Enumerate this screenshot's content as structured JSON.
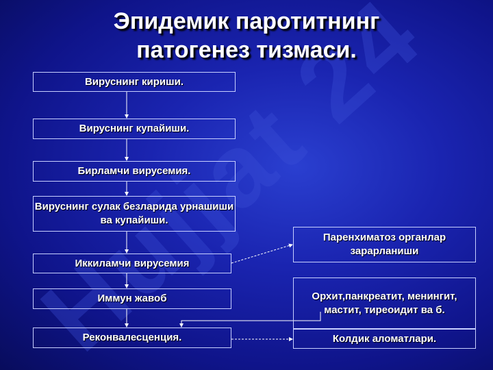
{
  "title_line1": "Эпидемик паротитнинг",
  "title_line2": "патогенез тизмаси.",
  "watermark": "Hujjat 24",
  "left_boxes": [
    "Вируснинг кириши.",
    "Вируснинг купайиши.",
    "Бирламчи вирусемия.",
    "Вируснинг сулак безларида урнашиши ва купайиши.",
    "Иккиламчи вирусемия",
    "Иммун жавоб",
    "Реконвалесценция."
  ],
  "right_boxes": [
    "Паренхиматоз органлар зарарланиши",
    "Орхит,панкреатит, менингит, мастит, тиреоидит ва б.",
    "Колдик аломатлари."
  ]
}
